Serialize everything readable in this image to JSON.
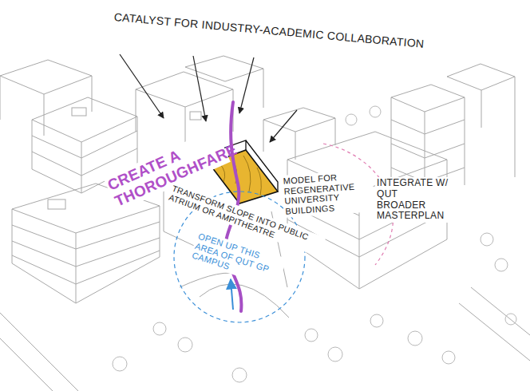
{
  "diagram": {
    "labels": [
      "CATALYST FOR INDUSTRY-ACADEMIC COLLABORATION",
      "CREATE A THOROUGHFARE",
      "MODEL FOR REGENERATIVE UNIVERSITY BUILDINGS",
      "TRANSFORM SLOPE INTO PUBLIC ATRIUM OR AMPITHEATRE",
      "INTEGRATE W/ QUT BROADER MASTERPLAN",
      "OPEN UP THIS AREA OF QUT GP CAMPUS"
    ]
  }
}
